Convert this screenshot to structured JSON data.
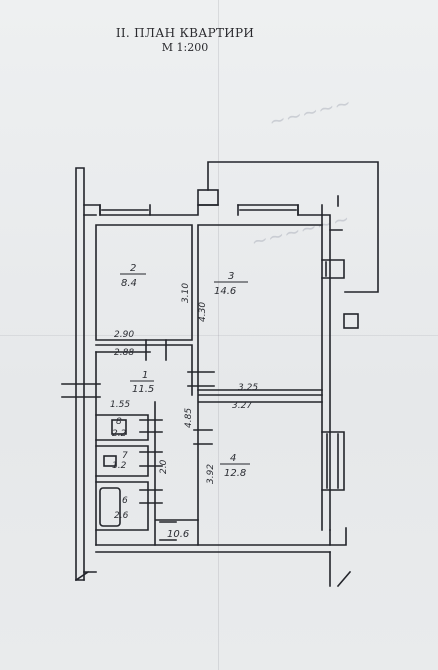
{
  "header": {
    "title": "II. ПЛАН КВАРТИРИ",
    "scale": "М 1:200"
  },
  "rooms": {
    "r1": {
      "number": "1",
      "area": "11.5"
    },
    "r2": {
      "number": "2",
      "area": "8.4"
    },
    "r3": {
      "number": "3",
      "area": "14.6"
    },
    "r4": {
      "number": "4",
      "area": "12.8"
    },
    "r5": {
      "area": "10.6"
    },
    "r6": {
      "number": "6",
      "area": "2.6"
    },
    "r7": {
      "number": "7",
      "area": "1.2"
    },
    "r8": {
      "number": "8",
      "area": "2.2"
    }
  },
  "dimensions": {
    "d_3_10": "3.10",
    "d_4_30": "4.30",
    "d_2_90": "2.90",
    "d_2_88": "2.88",
    "d_3_25": "3.25",
    "d_3_27": "3.27",
    "d_1_55": "1.55",
    "d_4_85": "4.85",
    "d_3_92": "3.92",
    "d_2_0": "2.0"
  }
}
